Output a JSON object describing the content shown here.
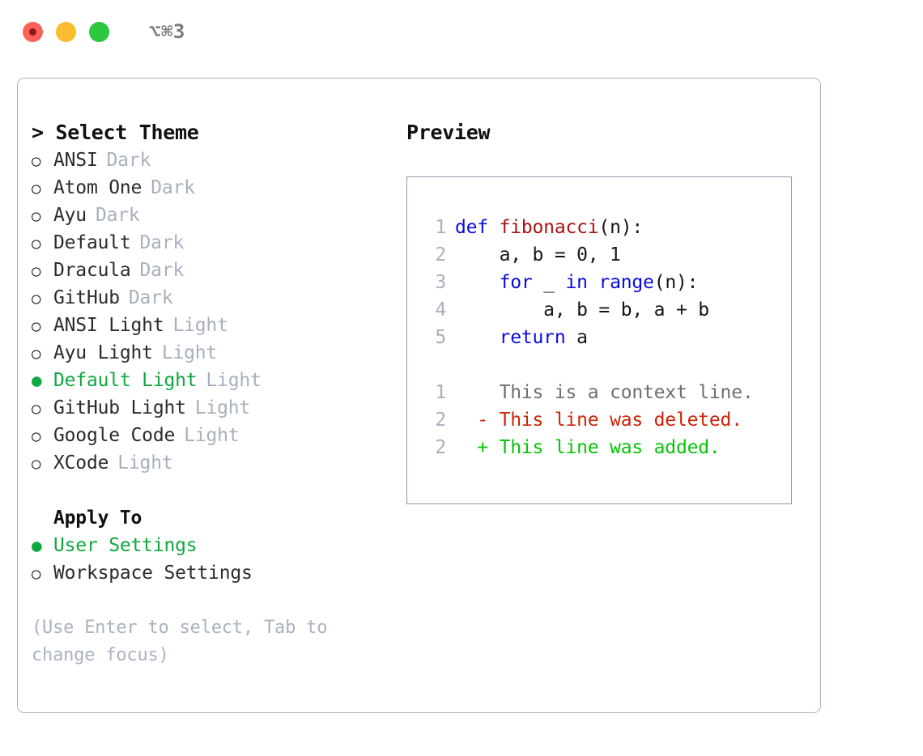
{
  "titlebar": {
    "shortcut": "⌥⌘3",
    "buttons": [
      {
        "name": "close",
        "color": "#fc6058"
      },
      {
        "name": "minimize",
        "color": "#fdbd2e"
      },
      {
        "name": "maximize",
        "color": "#2bc73f"
      }
    ]
  },
  "colors": {
    "selected_green": "#0fa83e",
    "muted_gray": "#a8b0bd",
    "keyword_blue": "#0b0bdd",
    "function_red": "#a81414",
    "diff_deleted": "#cc2409",
    "diff_added": "#07c407",
    "panel_border": "#aab3c2",
    "preview_border": "#8d99ac"
  },
  "glyphs": {
    "selected": "●",
    "unselected": "○",
    "prompt": ">"
  },
  "theme_panel": {
    "header": "> Select Theme",
    "items": [
      {
        "label": "ANSI",
        "tag": "Dark",
        "selected": false
      },
      {
        "label": "Atom One",
        "tag": "Dark",
        "selected": false
      },
      {
        "label": "Ayu",
        "tag": "Dark",
        "selected": false
      },
      {
        "label": "Default",
        "tag": "Dark",
        "selected": false
      },
      {
        "label": "Dracula",
        "tag": "Dark",
        "selected": false
      },
      {
        "label": "GitHub",
        "tag": "Dark",
        "selected": false
      },
      {
        "label": "ANSI Light",
        "tag": "Light",
        "selected": false
      },
      {
        "label": "Ayu Light",
        "tag": "Light",
        "selected": false
      },
      {
        "label": "Default Light",
        "tag": "Light",
        "selected": true
      },
      {
        "label": "GitHub Light",
        "tag": "Light",
        "selected": false
      },
      {
        "label": "Google Code",
        "tag": "Light",
        "selected": false
      },
      {
        "label": "XCode",
        "tag": "Light",
        "selected": false
      }
    ],
    "apply_to": {
      "header": "Apply To",
      "options": [
        {
          "label": "User Settings",
          "selected": true
        },
        {
          "label": "Workspace Settings",
          "selected": false
        }
      ]
    },
    "hint": "(Use Enter to select, Tab to change focus)"
  },
  "preview_panel": {
    "header": "Preview",
    "code_lines": [
      {
        "num": "1",
        "tokens": [
          {
            "t": "def ",
            "c": "kw"
          },
          {
            "t": "fibonacci",
            "c": "fn"
          },
          {
            "t": "(n):",
            "c": "plain"
          }
        ]
      },
      {
        "num": "2",
        "tokens": [
          {
            "t": "    a, b = 0, 1",
            "c": "plain"
          }
        ]
      },
      {
        "num": "3",
        "tokens": [
          {
            "t": "    ",
            "c": "plain"
          },
          {
            "t": "for",
            "c": "kw"
          },
          {
            "t": " _ ",
            "c": "plain"
          },
          {
            "t": "in",
            "c": "kw"
          },
          {
            "t": " ",
            "c": "plain"
          },
          {
            "t": "range",
            "c": "kw"
          },
          {
            "t": "(n):",
            "c": "plain"
          }
        ]
      },
      {
        "num": "4",
        "tokens": [
          {
            "t": "        a, b = b, a + b",
            "c": "plain"
          }
        ]
      },
      {
        "num": "5",
        "tokens": [
          {
            "t": "    ",
            "c": "plain"
          },
          {
            "t": "return",
            "c": "kw"
          },
          {
            "t": " a",
            "c": "plain"
          }
        ]
      }
    ],
    "diff_lines": [
      {
        "num": "1",
        "marker": " ",
        "text": " This is a context line.",
        "kind": "diff-ctx"
      },
      {
        "num": "2",
        "marker": "-",
        "text": " This line was deleted.",
        "kind": "diff-del"
      },
      {
        "num": "2",
        "marker": "+",
        "text": " This line was added.",
        "kind": "diff-add"
      }
    ]
  }
}
